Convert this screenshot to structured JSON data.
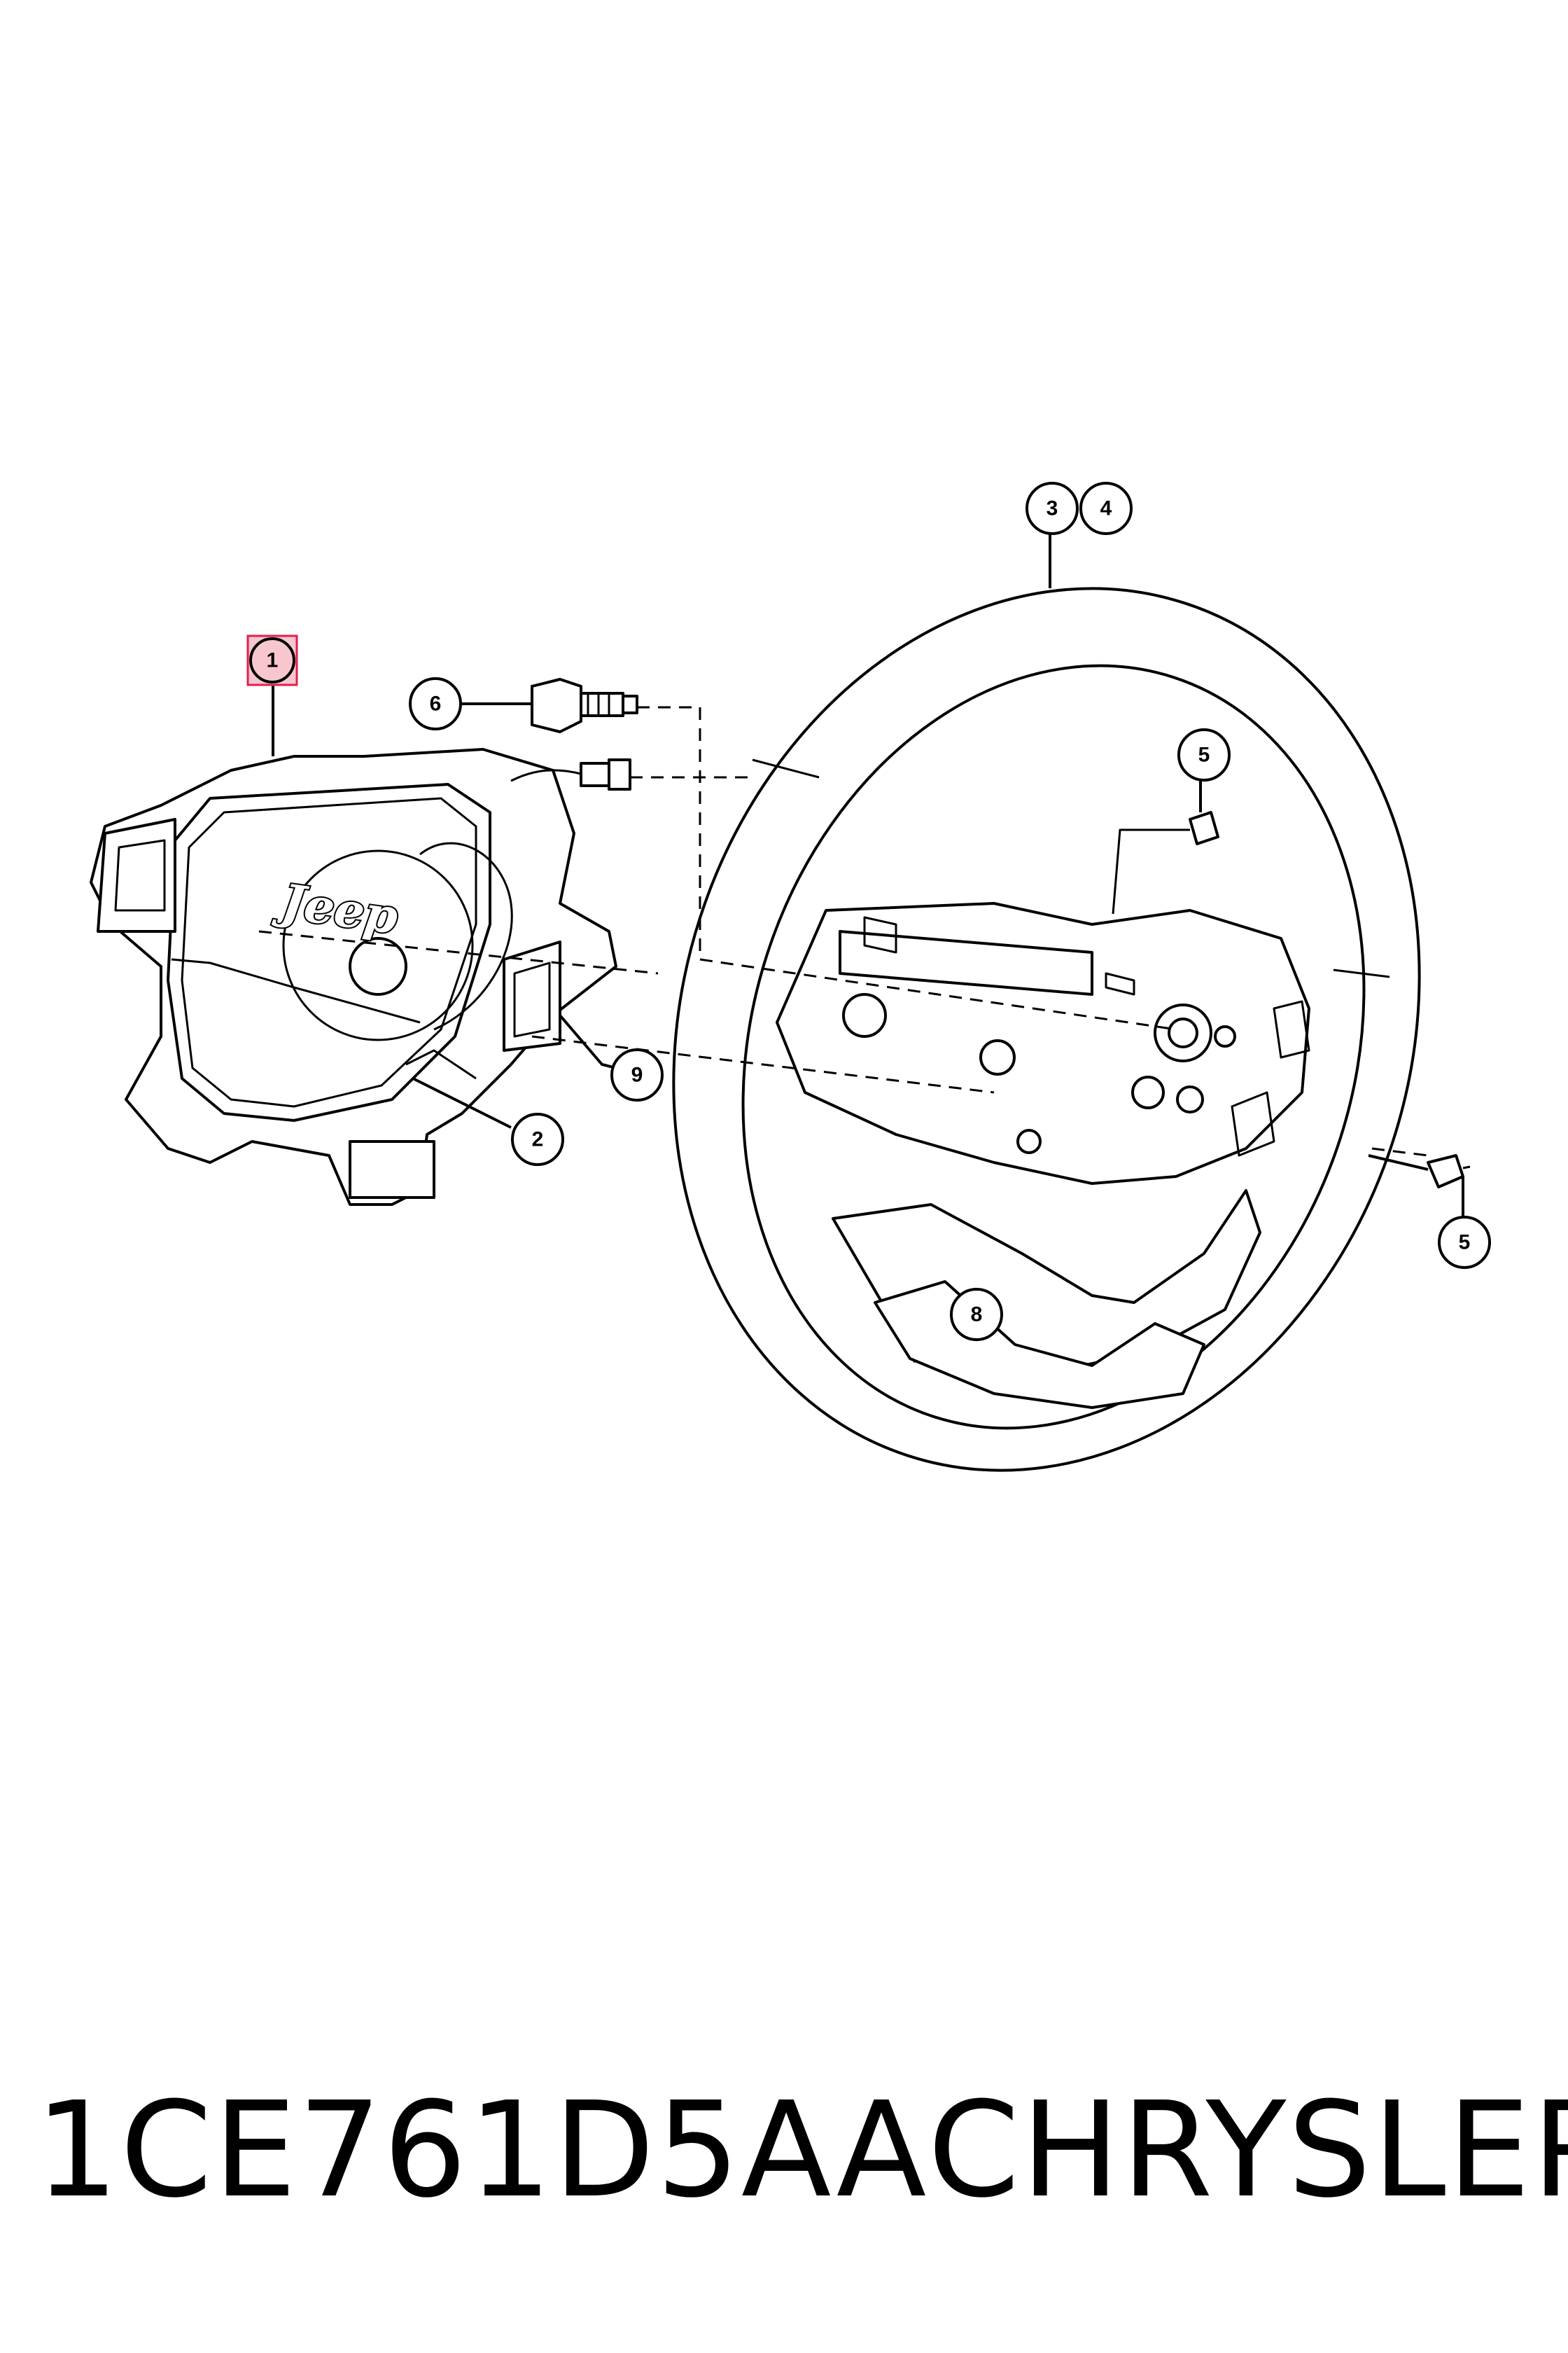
{
  "caption": {
    "part_number": "1CE761D5AA",
    "brand": "CHRYSLER"
  },
  "logo_text": "Jeep",
  "callouts": [
    {
      "id": "c1",
      "label": "1",
      "highlighted": true
    },
    {
      "id": "c2",
      "label": "2"
    },
    {
      "id": "c3",
      "label": "3"
    },
    {
      "id": "c4",
      "label": "4"
    },
    {
      "id": "c5a",
      "label": "5"
    },
    {
      "id": "c5b",
      "label": "5"
    },
    {
      "id": "c6",
      "label": "6"
    },
    {
      "id": "c8",
      "label": "8"
    },
    {
      "id": "c9",
      "label": "9"
    }
  ],
  "colors": {
    "line": "#000000",
    "background": "#ffffff",
    "highlight_fill": "#f7c6cf",
    "highlight_stroke": "#e0204a"
  }
}
